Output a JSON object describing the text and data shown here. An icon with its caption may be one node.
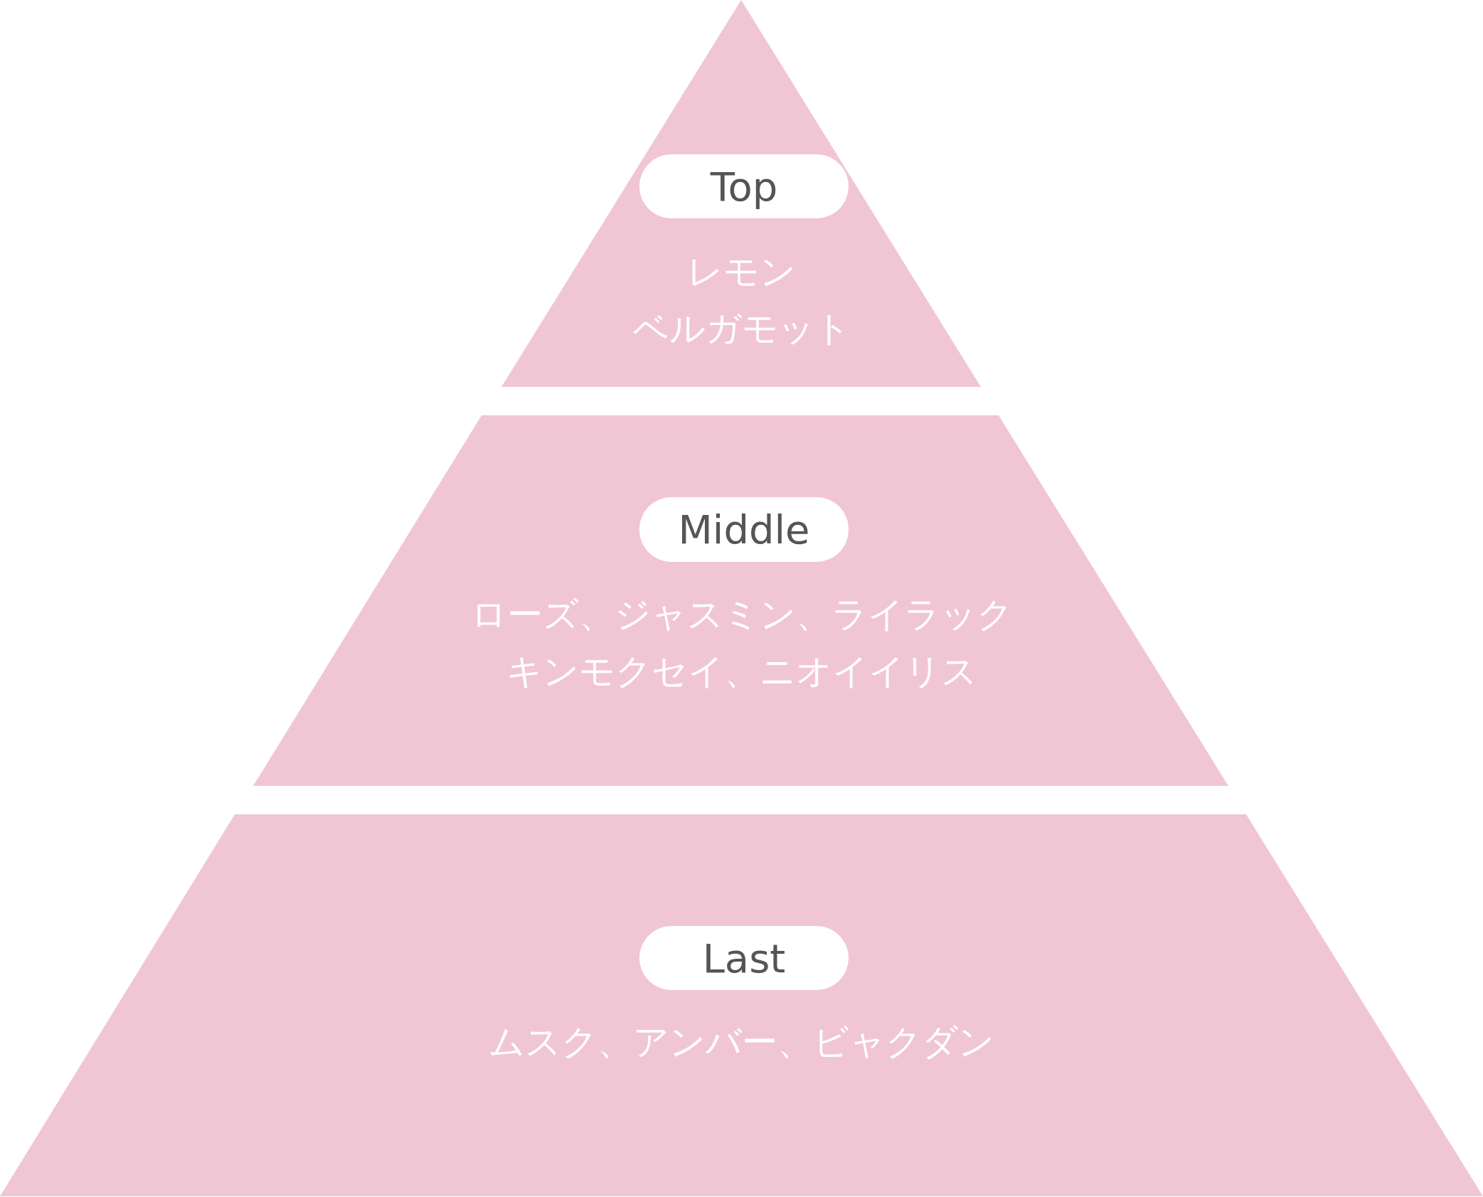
{
  "diagram": {
    "nodes": [
      {
        "text": [
          "レモン",
          "ベルガモット"
        ]
      },
      {
        "text": [
          "Top"
        ],
        "in": 0
      },
      {
        "text": [
          "ローズ、ジャスミン、ライラック",
          "キンモクセイ、ニオイイリス"
        ]
      },
      {
        "text": [
          "Middle"
        ],
        "in": 2
      },
      {
        "text": [
          "ムスク、アンバー、ビャクダン"
        ]
      },
      {
        "text": [
          "Last"
        ],
        "in": 4
      }
    ]
  }
}
